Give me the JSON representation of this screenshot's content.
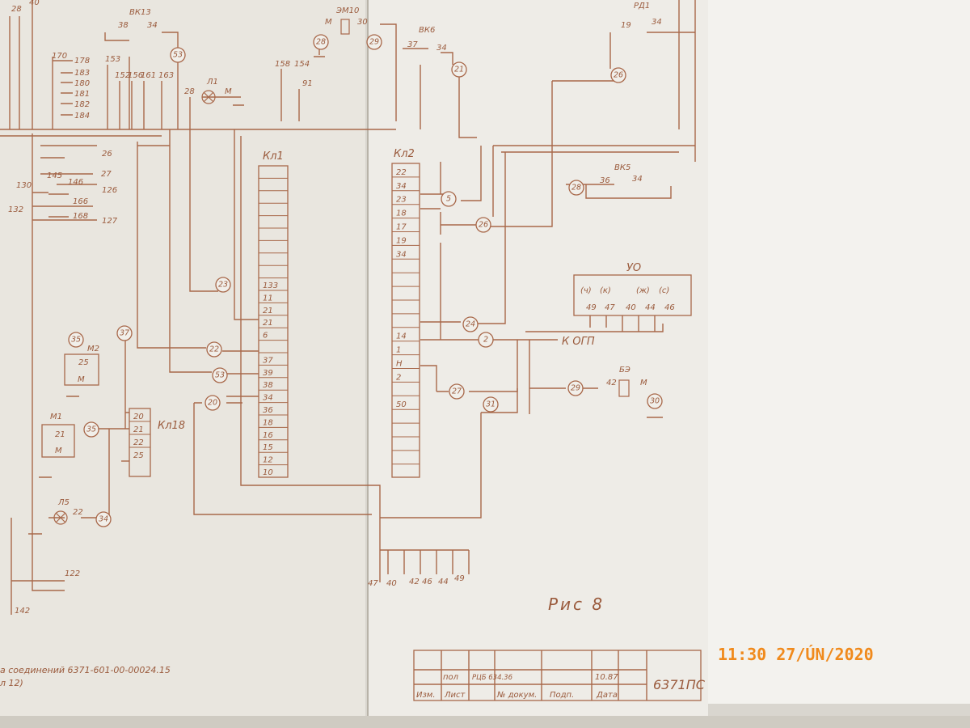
{
  "figure_caption": "Рис 8",
  "stamp_datetime": "11:30 27/ÚN/2020",
  "document_code": "6371ПС",
  "footer_left": {
    "line1": "а соединений 6371-601-00-00024.15",
    "line2": "л 12)"
  },
  "title_block": {
    "headers": [
      "Изм.",
      "Лист",
      "№ докум.",
      "Подп.",
      "Дата"
    ],
    "row": [
      "",
      "пол",
      "РЦБ 634.36",
      "",
      "10.87"
    ]
  },
  "blocks": {
    "kl1": {
      "label": "Кл1",
      "rows": [
        "",
        "",
        "",
        "",
        "",
        "",
        "",
        "",
        "",
        "133",
        "11",
        "21",
        "21",
        "6",
        "",
        "37",
        "39",
        "38",
        "34",
        "36",
        "18",
        "16",
        "15",
        "12",
        "10"
      ]
    },
    "kl2": {
      "label": "Кл2",
      "rows": [
        "22",
        "34",
        "23",
        "18",
        "17",
        "19",
        "34",
        "",
        "",
        "",
        "",
        "",
        "14",
        "1",
        "Н",
        "2",
        "",
        "50",
        "",
        "",
        "",
        "",
        ""
      ]
    },
    "kl18": {
      "label": "Кл18",
      "rows": [
        "20",
        "21",
        "22",
        "25"
      ]
    },
    "yo": {
      "label": "УО",
      "groups": [
        "(ч)",
        "(к)",
        "(ж)",
        "(с)"
      ],
      "pins": [
        "49",
        "47",
        "40",
        "44",
        "46"
      ]
    },
    "m2": {
      "label": "М2",
      "pin": "25",
      "ground": "М"
    },
    "m1": {
      "label": "М1",
      "pin": "21",
      "ground": "М"
    }
  },
  "switches": {
    "vk13": {
      "label": "ВК13",
      "pins": [
        "38",
        "34"
      ]
    },
    "vk6": {
      "label": "ВК6",
      "pins": [
        "37",
        "34"
      ]
    },
    "vk5": {
      "label": "ВК5",
      "pins": [
        "36",
        "34"
      ]
    },
    "rd1": {
      "label": "РД1",
      "pins": [
        "19",
        "34"
      ]
    },
    "em10": {
      "label": "ЭМ10",
      "pins": [
        "М",
        "30"
      ]
    },
    "l1": {
      "label": "Л1",
      "pins": [
        "28",
        "М"
      ]
    },
    "l5": {
      "label": "Л5",
      "pins": [
        "22"
      ]
    },
    "be": {
      "label": "БЭ",
      "pins": [
        "42",
        "М"
      ]
    }
  },
  "node_labels": [
    "53",
    "28",
    "29",
    "21",
    "26",
    "28",
    "5",
    "26",
    "23",
    "22",
    "53",
    "20",
    "37",
    "35",
    "35",
    "34",
    "24",
    "2",
    "27",
    "31",
    "29",
    "30"
  ],
  "pin_labels": {
    "top_left_group": [
      "170",
      "178",
      "183",
      "180",
      "181",
      "182",
      "184"
    ],
    "mid_top": [
      "153",
      "152",
      "156",
      "161",
      "163"
    ],
    "top_right_of_l1": [
      "158",
      "154",
      "91"
    ],
    "left_group": [
      "26",
      "27",
      "126",
      "145",
      "146",
      "130",
      "166",
      "168",
      "132",
      "127"
    ],
    "bottom_left": [
      "122",
      "142"
    ],
    "bottom_terminals": [
      "47",
      "40",
      "42",
      "46",
      "44",
      "49"
    ],
    "top_edge": [
      "28",
      "40"
    ]
  },
  "k_ogp": "К ОГП"
}
